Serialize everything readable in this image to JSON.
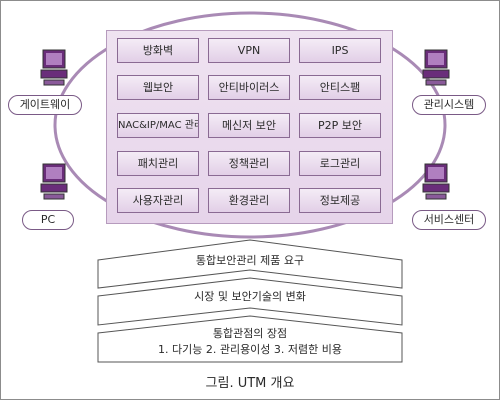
{
  "grid": {
    "cells": [
      [
        "방화벽",
        "VPN",
        "IPS"
      ],
      [
        "웹보안",
        "안티바이러스",
        "안티스팸"
      ],
      [
        "NAC&IP/MAC 관리",
        "메신저 보안",
        "P2P 보안"
      ],
      [
        "패치관리",
        "정책관리",
        "로그관리"
      ],
      [
        "사용자관리",
        "환경관리",
        "정보제공"
      ]
    ]
  },
  "nodes": {
    "left_top": "게이트웨이",
    "left_bottom": "PC",
    "right_top": "관리시스템",
    "right_bottom": "서비스센터"
  },
  "bands": {
    "top": "통합보안관리 제품 요구",
    "middle": "시장 및 보안기술의 변화",
    "bottom_line1": "통합관점의 장점",
    "bottom_line2": "1. 다기능 2. 관리용이성 3. 저렴한 비용"
  },
  "caption": "그림.  UTM 개요",
  "colors": {
    "accent": "#7a4f8c",
    "cell_border": "#8a6a93",
    "ellipse": "#a98ab5"
  }
}
